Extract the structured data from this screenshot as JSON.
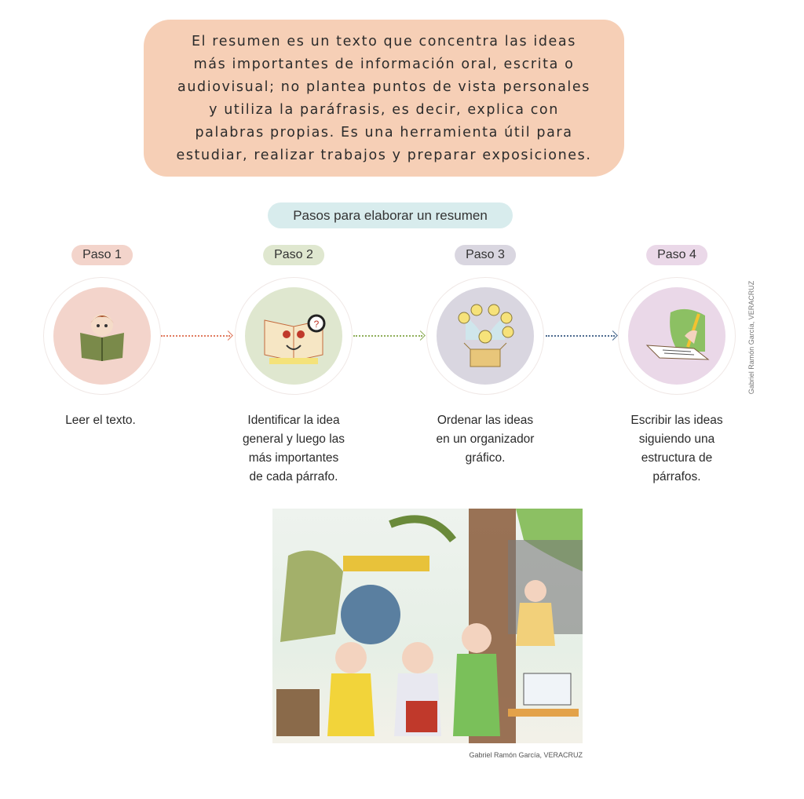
{
  "intro": {
    "lines": [
      "El resumen es un texto que concentra las ideas",
      "más importantes de información oral, escrita o",
      "audiovisual; no plantea puntos de vista personales",
      "y utiliza la paráfrasis, es decir, explica con",
      "palabras propias. Es una herramienta útil para",
      "estudiar, realizar trabajos y preparar exposiciones."
    ]
  },
  "title": "Pasos para elaborar un resumen",
  "steps": [
    {
      "label": "Paso 1",
      "icon": "child-reading-book-icon",
      "color": "#f3d4cb",
      "desc": [
        "Leer el texto."
      ]
    },
    {
      "label": "Paso 2",
      "icon": "book-with-magnifier-icon",
      "color": "#dfe7cf",
      "desc": [
        "Identificar la idea",
        "general y luego las",
        "más importantes",
        "de cada párrafo."
      ]
    },
    {
      "label": "Paso 3",
      "icon": "lightbulbs-box-icon",
      "color": "#d9d6e0",
      "desc": [
        "Ordenar las ideas",
        "en un organizador",
        "gráfico."
      ]
    },
    {
      "label": "Paso 4",
      "icon": "hand-writing-icon",
      "color": "#ead8e8",
      "desc": [
        "Escribir las ideas",
        "siguiendo una",
        "estructura de",
        "párrafos."
      ]
    }
  ],
  "arrow_colors": [
    "#e07a5f",
    "#8fae5a",
    "#4e6b8f"
  ],
  "side_credit": "Gabriel Ramón García, VERACRUZ",
  "illustration_credit": "Gabriel Ramón García, VERACRUZ"
}
